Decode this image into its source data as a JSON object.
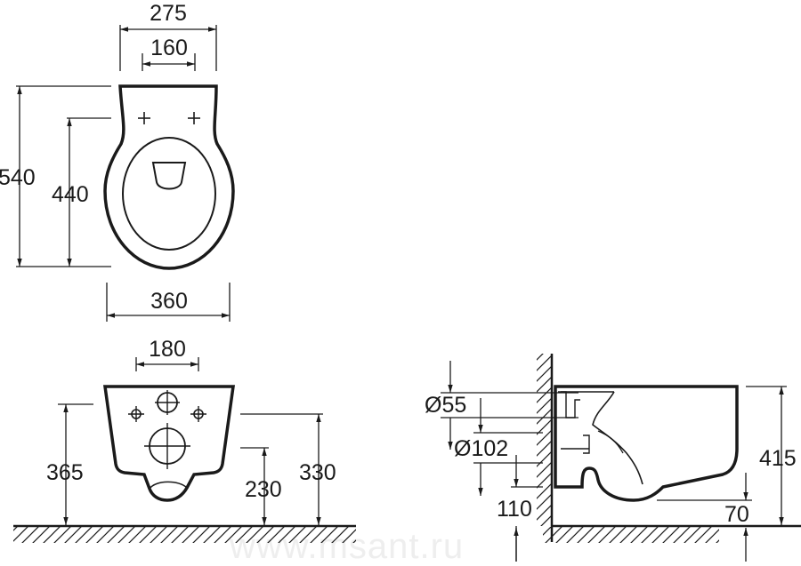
{
  "colors": {
    "line": "#1a1a1a",
    "background": "#ffffff",
    "watermark": "#eeeeee"
  },
  "top_view": {
    "overall_width": "275",
    "fixing_spacing": "160",
    "overall_length": "540",
    "fixing_to_front": "440",
    "base_width": "360"
  },
  "rear_view": {
    "inlet_spacing": "180",
    "fixing_height": "365",
    "outlet_height": "230",
    "inlet_height": "330"
  },
  "side_view": {
    "inlet_diameter": "Ø55",
    "outlet_diameter": "Ø102",
    "outlet_offset": "110",
    "bowl_height": "415",
    "bottom_clearance": "70"
  },
  "watermark": "www.msant.ru"
}
